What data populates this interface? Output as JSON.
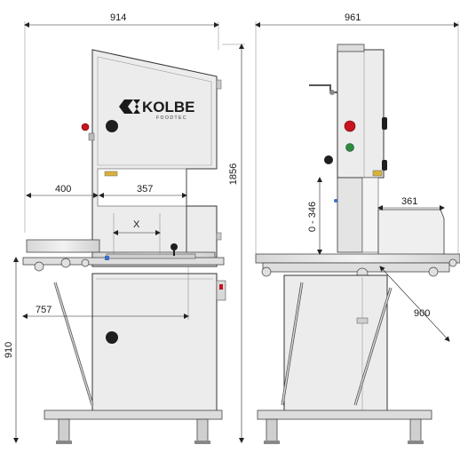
{
  "brand": {
    "name": "KOLBE",
    "subtitle": "FOODTEC"
  },
  "front_view": {
    "overall_width": "914",
    "table_extension": "400",
    "throat_width": "357",
    "adjust_label": "X",
    "bed_length": "757",
    "table_height": "910"
  },
  "side_view": {
    "overall_depth": "961",
    "overall_height": "1856",
    "cut_height": "0 - 346",
    "fence_depth": "361",
    "table_depth": "900"
  },
  "colors": {
    "body": "#e9e9e9",
    "outline": "#333333",
    "stop_button": "#c8141e",
    "start_button": "#2e8b3a",
    "knob": "#1f1f1f",
    "accent_yellow": "#d9b23a"
  }
}
